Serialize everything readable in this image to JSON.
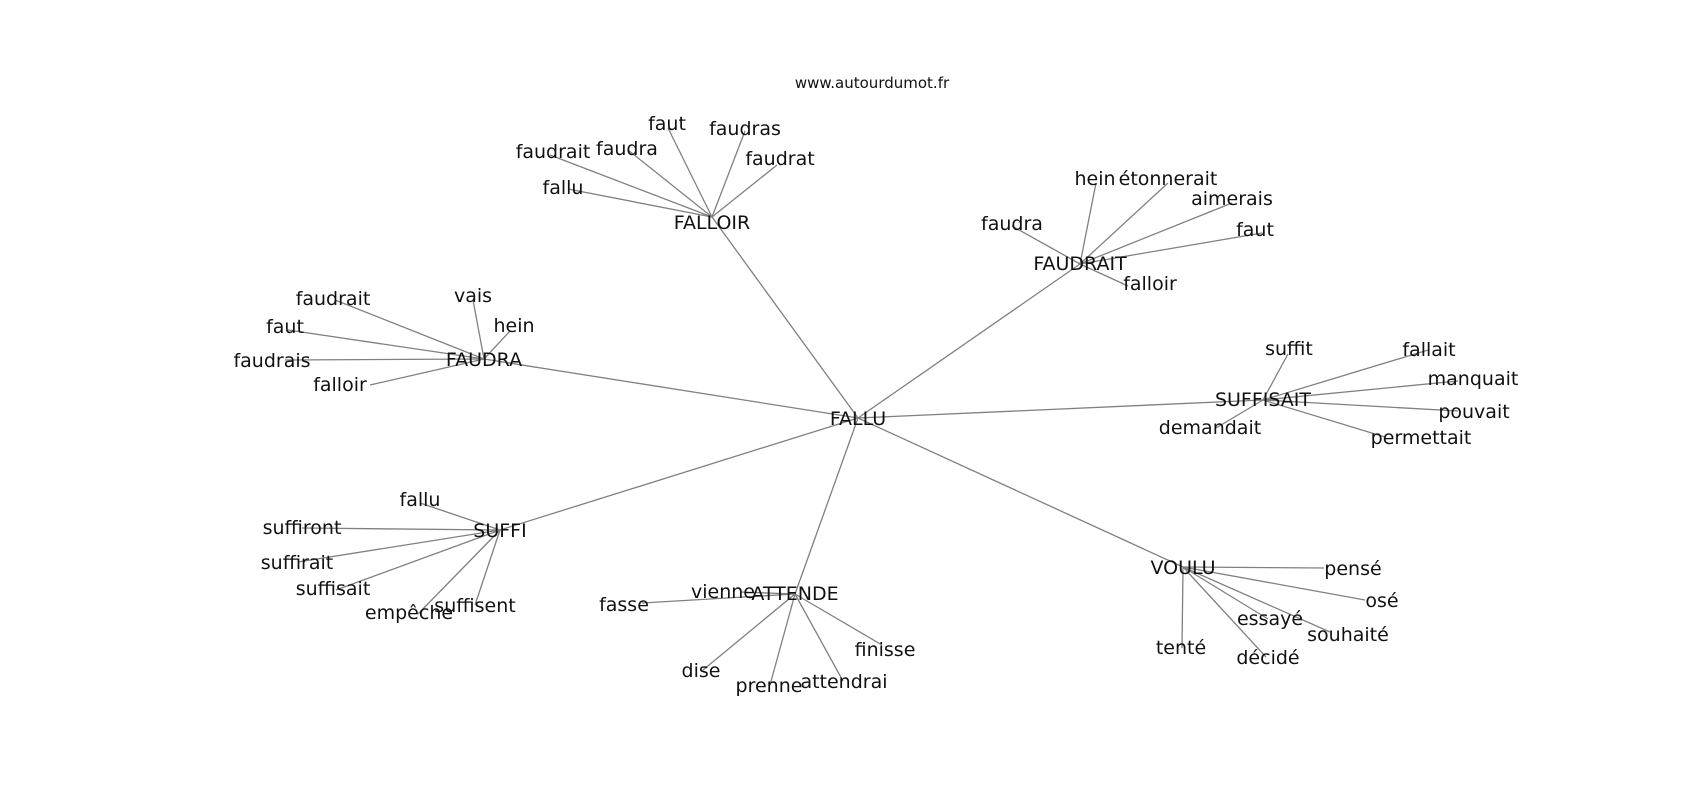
{
  "site_label": "www.autourdumot.fr",
  "center": "FALLU",
  "clusters": [
    {
      "label": "FALLOIR",
      "words": [
        "faut",
        "faudras",
        "faudra",
        "faudrait",
        "faudrat",
        "fallu"
      ]
    },
    {
      "label": "FAUDRAIT",
      "words": [
        "hein",
        "étonnerait",
        "aimerais",
        "faudra",
        "faut",
        "falloir"
      ]
    },
    {
      "label": "FAUDRA",
      "words": [
        "vais",
        "faudrait",
        "hein",
        "faut",
        "faudrais",
        "falloir"
      ]
    },
    {
      "label": "SUFFISAIT",
      "words": [
        "suffit",
        "fallait",
        "manquait",
        "pouvait",
        "demandait",
        "permettait"
      ]
    },
    {
      "label": "SUFFI",
      "words": [
        "fallu",
        "suffiront",
        "suffirait",
        "suffisait",
        "empêche",
        "suffisent"
      ]
    },
    {
      "label": "ATTENDE",
      "words": [
        "vienne",
        "fasse",
        "finisse",
        "dise",
        "attendrai",
        "prenne"
      ]
    },
    {
      "label": "VOULU",
      "words": [
        "pensé",
        "osé",
        "essayé",
        "souhaité",
        "tenté",
        "décidé"
      ]
    }
  ]
}
